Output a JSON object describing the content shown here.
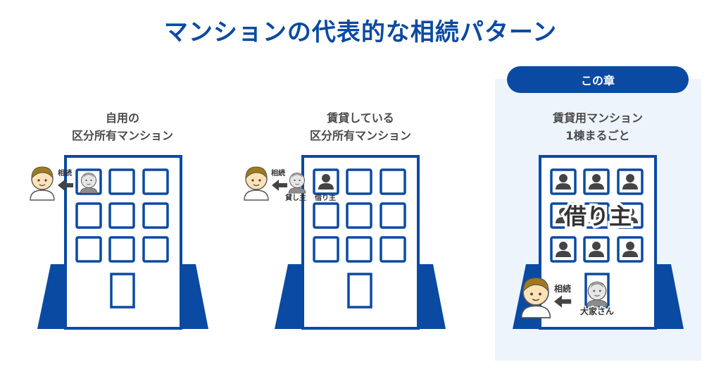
{
  "title": "マンションの代表的な相続パターン",
  "chapter_badge": "この章",
  "patterns": [
    {
      "caption_line1": "自用の",
      "caption_line2": "区分所有マンション",
      "inherit_label": "相続"
    },
    {
      "caption_line1": "賃貸している",
      "caption_line2": "区分所有マンション",
      "inherit_label": "相続",
      "lender_label": "貸し主",
      "tenant_label": "借り主"
    },
    {
      "caption_line1": "賃貸用マンション",
      "caption_line2": "1棟まるごと",
      "inherit_label": "相続",
      "tenant_label": "借り主",
      "owner_label": "大家さん"
    }
  ],
  "colors": {
    "primary": "#0b4aa2",
    "building_fill": "#ffffff",
    "highlight_bg": "#eef4fc",
    "person_icon": "#444444",
    "hair": "#a07a1c",
    "skin": "#ffe3b6"
  }
}
